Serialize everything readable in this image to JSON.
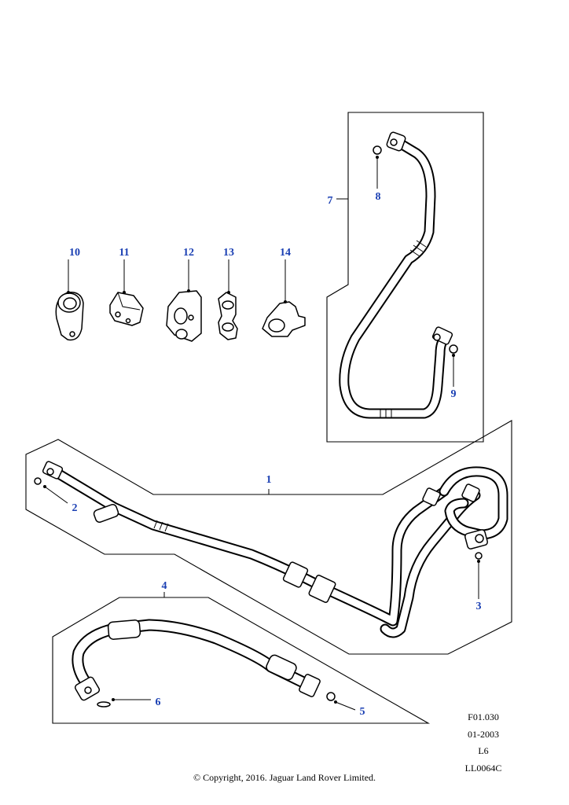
{
  "callouts": {
    "c1": "1",
    "c2": "2",
    "c3": "3",
    "c4": "4",
    "c5": "5",
    "c6": "6",
    "c7": "7",
    "c8": "8",
    "c9": "9",
    "c10": "10",
    "c11": "11",
    "c12": "12",
    "c13": "13",
    "c14": "14"
  },
  "reference": {
    "figure": "F01.030",
    "date": "01-2003",
    "engine": "L6",
    "illustration": "LL0064C"
  },
  "copyright": "© Copyright, 2016. Jaguar Land Rover Limited.",
  "colors": {
    "callout": "#1a3fb3",
    "line": "#000000",
    "background": "#ffffff"
  }
}
